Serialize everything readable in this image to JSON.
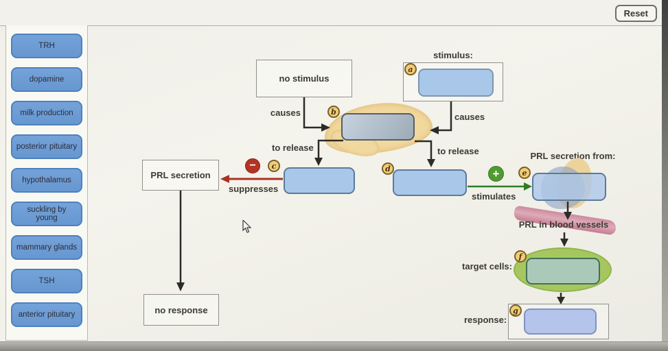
{
  "topbar": {
    "reset_label": "Reset"
  },
  "sidebar": {
    "items": [
      {
        "label": "TRH"
      },
      {
        "label": "dopamine"
      },
      {
        "label": "milk production"
      },
      {
        "label": "posterior pituitary"
      },
      {
        "label": "hypothalamus"
      },
      {
        "label": "suckling by young"
      },
      {
        "label": "mammary glands"
      },
      {
        "label": "TSH"
      },
      {
        "label": "anterior pituitary"
      }
    ]
  },
  "diagram": {
    "no_stimulus_label": "no stimulus",
    "stimulus_label": "stimulus:",
    "causes_left_label": "causes",
    "causes_right_label": "causes",
    "to_release_left_label": "to release",
    "to_release_right_label": "to release",
    "prl_secretion_label": "PRL secretion",
    "suppresses_label": "suppresses",
    "stimulates_label": "stimulates",
    "prl_secretion_from_label": "PRL secretion from:",
    "prl_blood_vessels_label": "PRL in blood vessels",
    "target_cells_label": "target cells:",
    "response_label": "response:",
    "no_response_label": "no response",
    "minus_symbol": "−",
    "plus_symbol": "+",
    "badges": {
      "a": "a",
      "b": "b",
      "c": "c",
      "d": "d",
      "e": "e",
      "f": "f",
      "g": "g"
    },
    "drop_zones": {
      "a": "",
      "b": "",
      "c": "",
      "d": "",
      "e": "",
      "f": "",
      "g": ""
    }
  },
  "colors": {
    "term_button_fill": "#6d9dd6",
    "term_button_border": "#4f80bd",
    "drop_zone_blue": "#a9c7e8",
    "hypothalamus_blob_tan": "#f1d89e",
    "pituitary_drop_blue": "#8ca2c4",
    "pituitary_drop_tan": "#ecd39c",
    "target_cell_ellipse_green": "#a6c75f",
    "target_drop_zone_green": "#abc9b9",
    "suppress_red": "#a93226",
    "stimulate_green": "#2e7d25",
    "blood_vessel_pink": "#c87e95",
    "badge_fill": "#f2cd76"
  }
}
